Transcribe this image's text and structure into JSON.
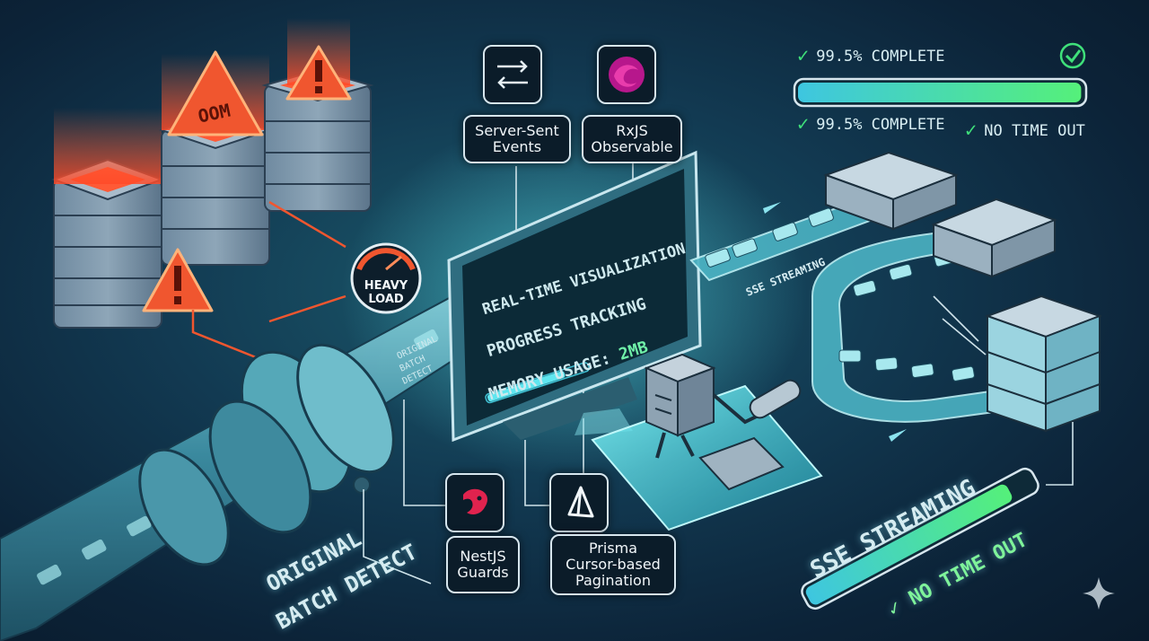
{
  "warnings": {
    "oom_label": "OOM",
    "heavy_load_label_line1": "HEAVY",
    "heavy_load_label_line2": "LOAD"
  },
  "tech_cards": {
    "sse": {
      "line1": "Server-Sent",
      "line2": "Events",
      "icon": "arrows-exchange-icon"
    },
    "rxjs": {
      "line1": "RxJS",
      "line2": "Observable",
      "icon": "rxjs-logo-icon"
    },
    "nestjs": {
      "line1": "NestJS",
      "line2": "Guards",
      "icon": "nestjs-logo-icon"
    },
    "prisma": {
      "line1": "Prisma",
      "line2": "Cursor-based",
      "line3": "Pagination",
      "icon": "prisma-logo-icon"
    }
  },
  "monitor": {
    "line1": "REAL-TIME VISUALIZATION",
    "line2": "PROGRESS TRACKING",
    "line3_prefix": "MEMORY USAGE: ",
    "line3_value": "2MB"
  },
  "pipe_labels": {
    "small_line1": "ORIGINAL",
    "small_line2": "BATCH",
    "small_line3": "DETECT",
    "big_line1": "ORIGINAL",
    "big_line2": "BATCH DETECT"
  },
  "status": {
    "top_complete": "99.5% COMPLETE",
    "mid_complete": "99.5% COMPLETE",
    "no_timeout_top": "NO TIME OUT",
    "sse_streaming_small": "SSE STREAMING",
    "sse_streaming_big": "SSE STREAMING",
    "no_timeout_bottom": "NO TIME OUT"
  },
  "progress": {
    "top_bar_fraction": 0.995,
    "bottom_bar_fraction": 0.9
  },
  "colors": {
    "alert_red": "#e8452f",
    "success_green": "#3fe07a",
    "glow_cyan": "#5fe6f0",
    "card_bg": "#0b1c29"
  }
}
